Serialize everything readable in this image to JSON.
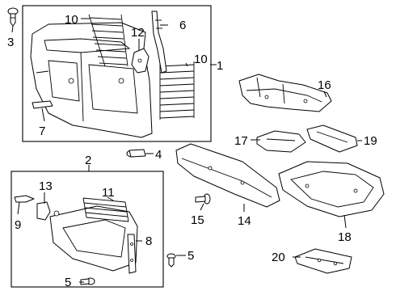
{
  "labels": {
    "c1": "1",
    "c2": "2",
    "c3": "3",
    "c4": "4",
    "c5a": "5",
    "c5b": "5",
    "c6": "6",
    "c7": "7",
    "c8": "8",
    "c9": "9",
    "c10a": "10",
    "c10b": "10",
    "c11": "11",
    "c12": "12",
    "c13": "13",
    "c14": "14",
    "c15": "15",
    "c16": "16",
    "c17": "17",
    "c18": "18",
    "c19": "19",
    "c20": "20"
  }
}
